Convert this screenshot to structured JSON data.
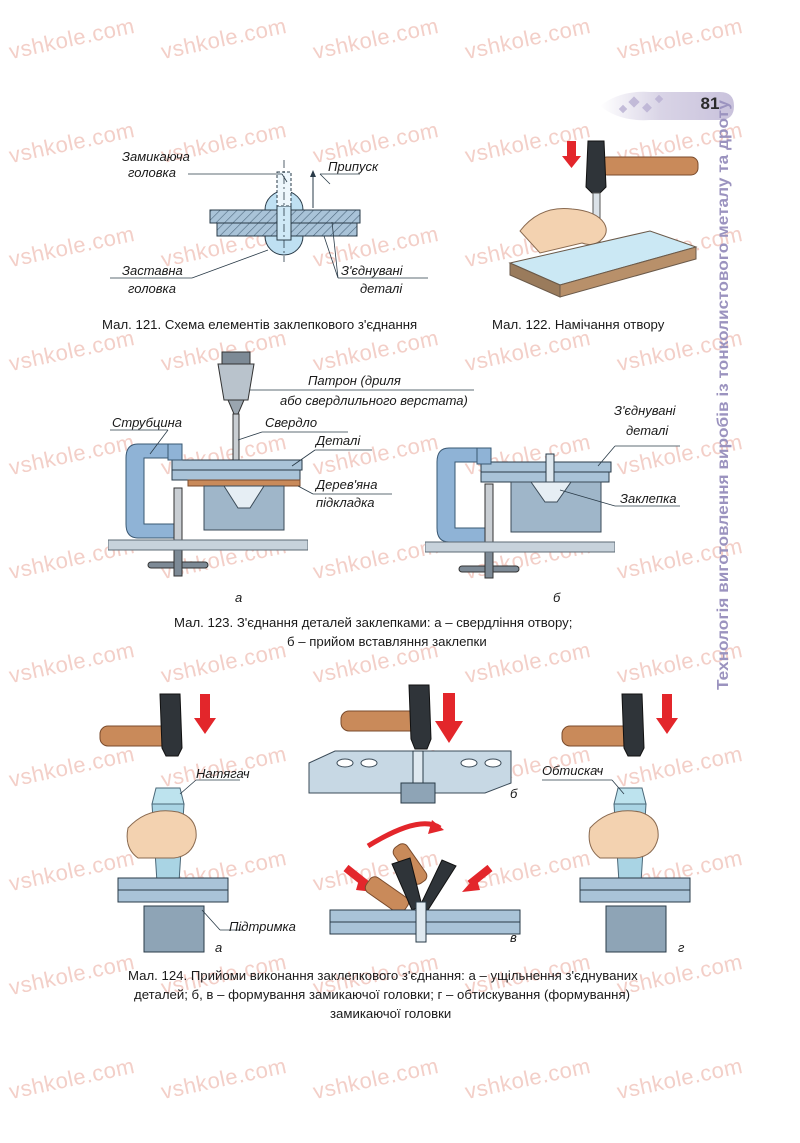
{
  "watermark": "vshkole.com",
  "page_number": "81",
  "side_title": "Технологія виготовлення виробів із тонколистового металу та дроту",
  "fig121": {
    "labels": {
      "closing_head_1": "Замикаюча",
      "closing_head_2": "головка",
      "allowance": "Припуск",
      "set_head_1": "Заставна",
      "set_head_2": "головка",
      "parts_1": "З'єднувані",
      "parts_2": "деталі"
    },
    "caption": "Мал. 121. Схема елементів заклепкового з'єднання"
  },
  "fig122": {
    "caption": "Мал. 122. Намічання отвору"
  },
  "fig123": {
    "labels": {
      "chuck_1": "Патрон (дриля",
      "chuck_2": "або свердлильного верстата)",
      "clamp": "Струбцина",
      "drill": "Свердло",
      "parts": "Деталі",
      "pad_1": "Дерев'яна",
      "pad_2": "підкладка",
      "joined_1": "З'єднувані",
      "joined_2": "деталі",
      "rivet": "Заклепка"
    },
    "sub_a": "а",
    "sub_b": "б",
    "caption_line1": "Мал. 123. З'єднання деталей заклепками: а – свердління отвору;",
    "caption_line2": "б – прийом вставляння заклепки"
  },
  "fig124": {
    "labels": {
      "puller": "Натягач",
      "crimp": "Обтискач",
      "support": "Підтримка"
    },
    "sub_a": "а",
    "sub_b": "б",
    "sub_v": "в",
    "sub_g": "г",
    "caption_line1": "Мал. 124. Прийоми виконання заклепкового з'єднання: а – ущільнення з'єднуваних",
    "caption_line2": "деталей; б, в – формування замикаючої головки; г – обтискування (формування)",
    "caption_line3": "замикаючої головки"
  },
  "colors": {
    "accent_red": "#e3262b",
    "steel_blue": "#9fb6c9",
    "steel_dark": "#6f889c",
    "clamp_blue": "#8fb3d6",
    "wood": "#c98a5a",
    "skin": "#f3d2b0",
    "watermark": "#f3cfc8"
  }
}
